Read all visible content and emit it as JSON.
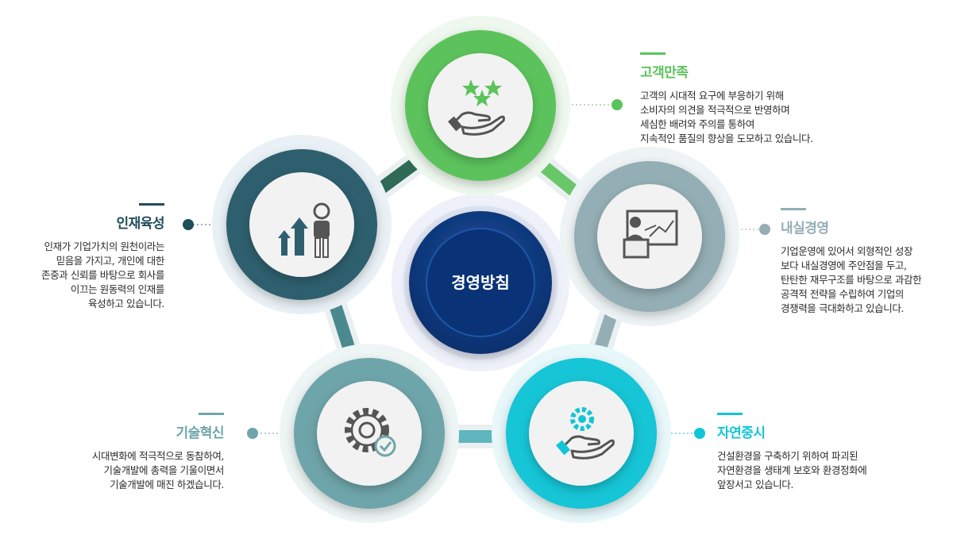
{
  "center": {
    "label": "경영방침"
  },
  "nodes": [
    {
      "key": "customer",
      "title": "고객만족",
      "color": "#5cc35c",
      "light": "#dff3df",
      "icon": "hand-stars-icon",
      "lines": [
        "고객의 시대적 요구에 부응하기 위해",
        "소비자의 의견을 적극적으로 반영하며",
        "세심한 배려와 주의를 통하여",
        "지속적인 품질의 향상을 도모하고 있습니다."
      ]
    },
    {
      "key": "management",
      "title": "내실경영",
      "color": "#93aeb4",
      "light": "#e8f0f1",
      "icon": "presenter-chart-icon",
      "lines": [
        "기업운영에 있어서 외형적인 성장",
        "보다 내실경영에 주안점을 두고,",
        "탄탄한 재무구조를 바탕으로 과감한",
        "공격적 전략을 수립하여 기업의",
        "경쟁력을 극대화하고 있습니다."
      ]
    },
    {
      "key": "nature",
      "title": "자연중시",
      "color": "#12c5d6",
      "light": "#d8f5f8",
      "icon": "hand-gear-icon",
      "lines": [
        "건설환경을 구축하기 위하여 파괴된",
        "자연환경을 생태계 보호와 환경정화에",
        "앞장서고 있습니다."
      ]
    },
    {
      "key": "tech",
      "title": "기술혁신",
      "color": "#6ea5aa",
      "light": "#e3efef",
      "icon": "gear-check-icon",
      "lines": [
        "시대변화에 적극적으로 동참하여,",
        "기술개발에 총력을 기울이면서",
        "기술개발에 매진 하겠습니다."
      ]
    },
    {
      "key": "talent",
      "title": "인재육성",
      "color": "#2f5f6e",
      "light": "#dbe8f0",
      "icon": "person-growth-icon",
      "lines": [
        "인재가 기업가치의 원천이라는",
        "믿음을 가지고, 개인에 대한",
        "존중과 신뢰를 바탕으로 회사를",
        "이끄는 원동력의 인재를",
        "육성하고 있습니다."
      ]
    }
  ]
}
